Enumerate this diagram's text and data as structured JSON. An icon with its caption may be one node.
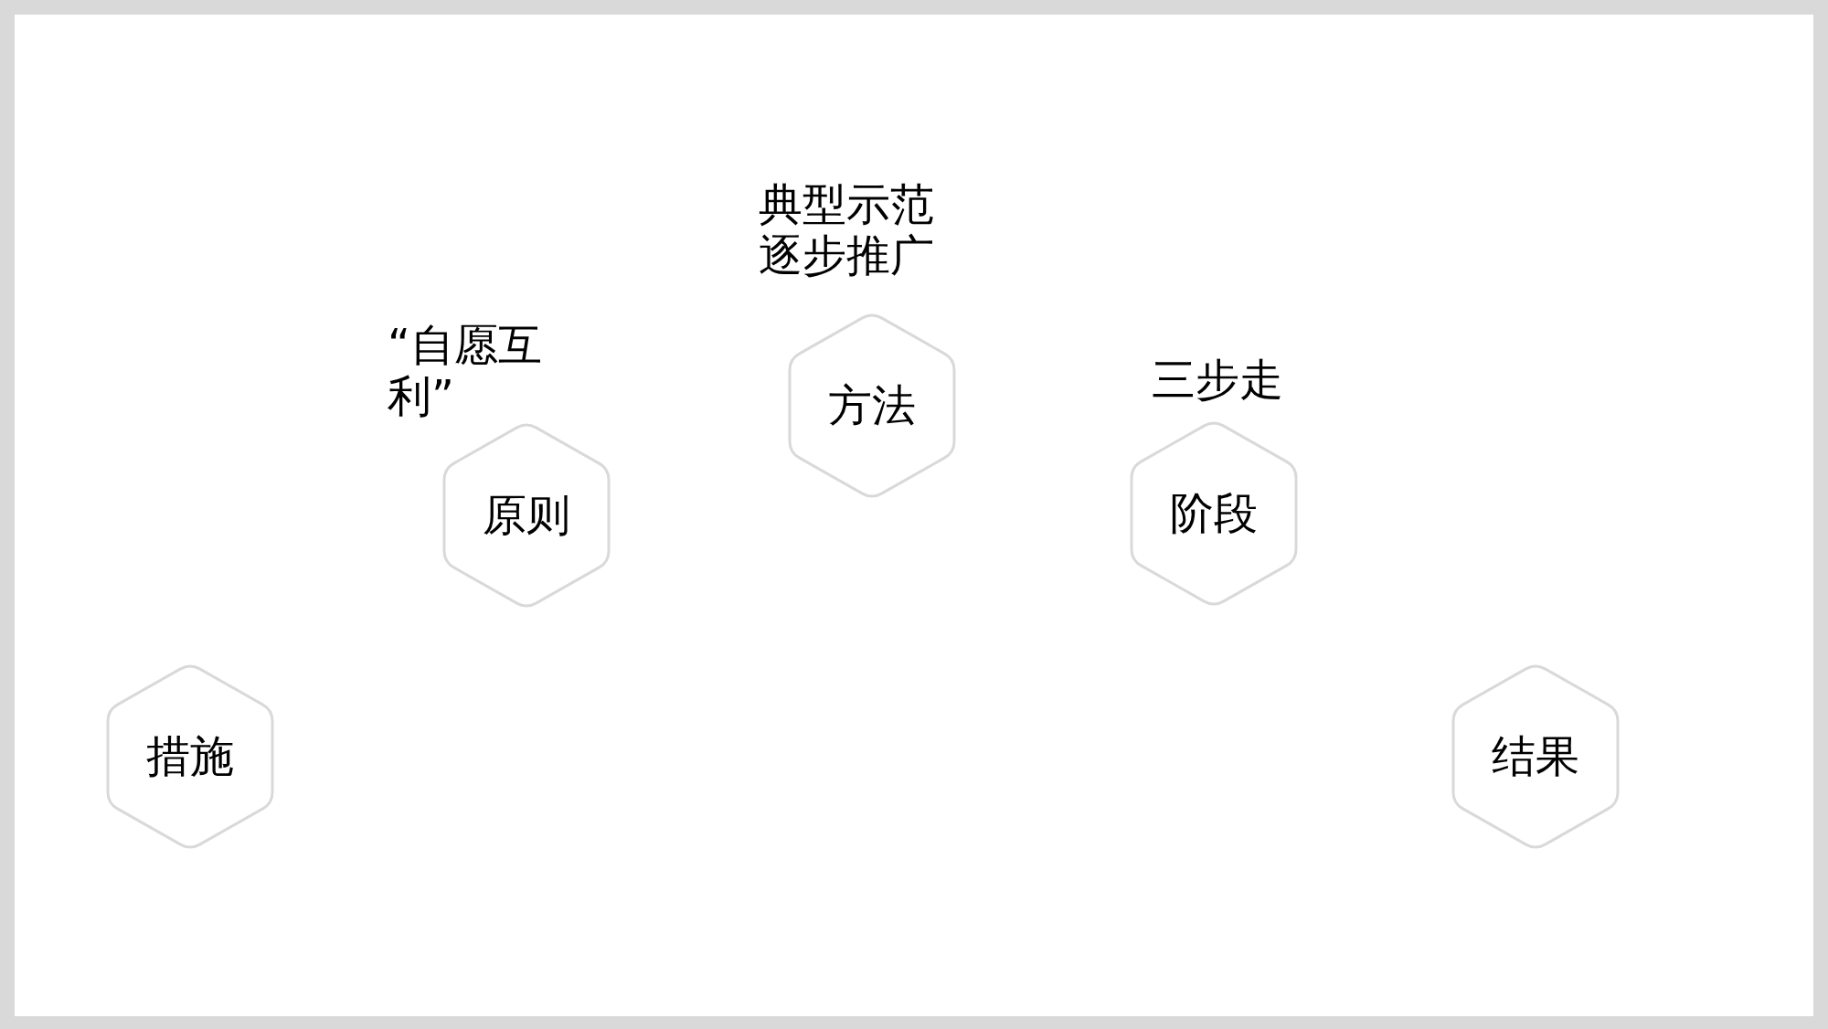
{
  "diagram": {
    "nodes": [
      {
        "text": [
          "措施"
        ]
      },
      {
        "text": [
          "原则"
        ],
        "beside": [
          "“自愿互利”"
        ]
      },
      {
        "text": [
          "方法"
        ],
        "beside": [
          "典型示范逐步推广"
        ]
      },
      {
        "text": [
          "阶段"
        ],
        "beside": [
          "三步走"
        ]
      },
      {
        "text": [
          "结果"
        ]
      }
    ]
  }
}
